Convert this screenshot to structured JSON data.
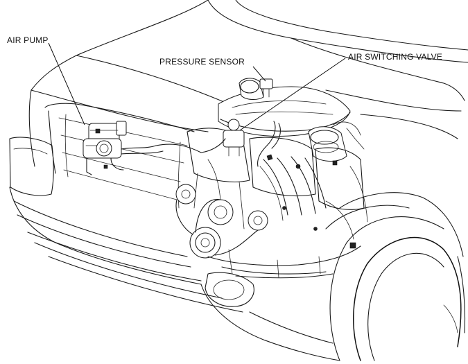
{
  "labels": {
    "air_pump": "AIR PUMP",
    "pressure_sensor": "PRESSURE SENSOR",
    "air_switching_valve": "AIR SWITCHING VALVE"
  }
}
